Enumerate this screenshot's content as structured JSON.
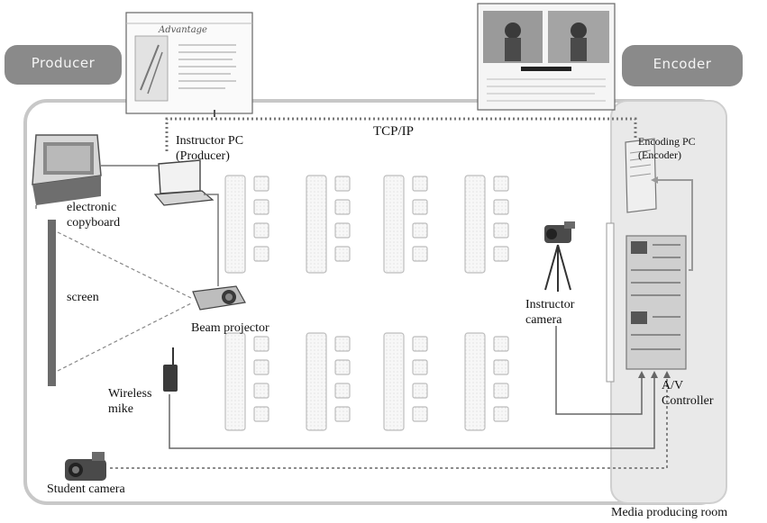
{
  "tags": {
    "producer": "Producer",
    "encoder": "Encoder"
  },
  "labels": {
    "network": "TCP/IP",
    "instructor_pc": "Instructor PC\n(Producer)",
    "encoding_pc": "Encoding PC\n(Encoder)",
    "copyboard": "electronic\ncopyboard",
    "screen": "screen",
    "projector": "Beam projector",
    "instructor_camera": "Instructor\ncamera",
    "av_controller": "A/V\nController",
    "wireless_mike": "Wireless\nmike",
    "student_camera": "Student camera",
    "room": "Media producing room"
  },
  "thumbnails": {
    "producer_title": "Advantage"
  },
  "colors": {
    "tag_fill": "#8a8a8a",
    "room_border": "#c8c8c8",
    "media_room_fill": "#e9e9e9",
    "desk_stroke": "#bdbdbd",
    "cable": "#555555",
    "screen_bar": "#6b6b6b"
  }
}
